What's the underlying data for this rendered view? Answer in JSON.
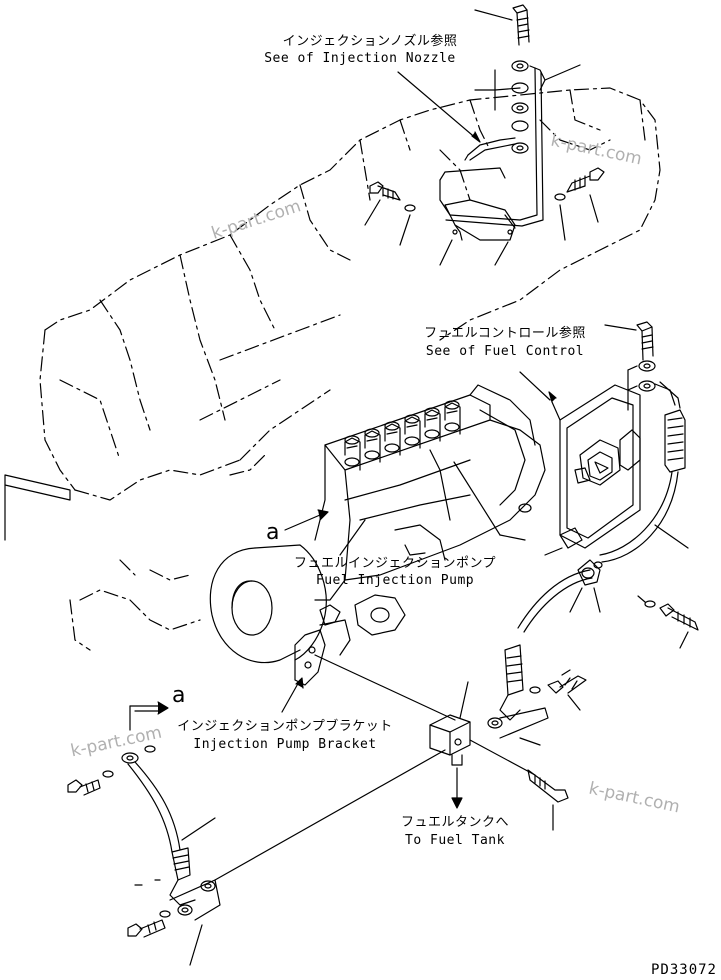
{
  "labels": {
    "nozzle_jp": "インジェクションノズル参照",
    "nozzle_en": "See of Injection Nozzle",
    "fuel_control_jp": "フュエルコントロール参照",
    "fuel_control_en": "See of Fuel Control",
    "pump_jp": "フュエルインジェクションポンプ",
    "pump_en": "Fuel Injection Pump",
    "bracket_jp": "インジェクションポンプブラケット",
    "bracket_en": "Injection Pump Bracket",
    "tank_jp": "フュエルタンクへ",
    "tank_en": "To Fuel Tank"
  },
  "refs": {
    "a_upper": "a",
    "a_lower": "a"
  },
  "watermark": "k-part.com",
  "drawing_code": "PD33072"
}
